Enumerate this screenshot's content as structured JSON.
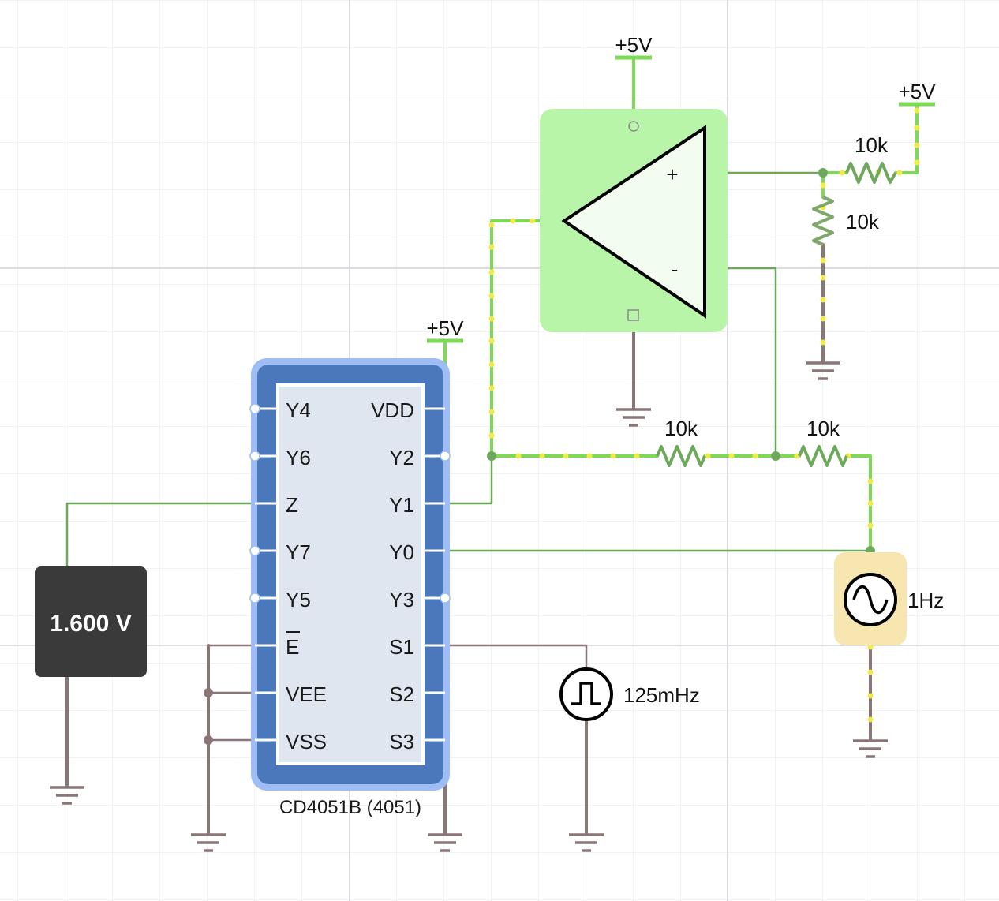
{
  "supply_label": "+5V",
  "opamp": {
    "plus_symbol": "+",
    "minus_symbol": "-"
  },
  "resistors": [
    "10k",
    "10k",
    "10k",
    "10k"
  ],
  "chip": {
    "name": "CD4051B (4051)",
    "left_pins": [
      "Y4",
      "Y6",
      "Z",
      "Y7",
      "Y5",
      "E",
      "VEE",
      "VSS"
    ],
    "right_pins": [
      "VDD",
      "Y2",
      "Y1",
      "Y0",
      "Y3",
      "S1",
      "S2",
      "S3"
    ]
  },
  "voltmeter": {
    "reading": "1.600 V"
  },
  "sine_source": {
    "frequency": "1Hz"
  },
  "square_source": {
    "frequency": "125mHz"
  },
  "colors": {
    "grid_minor": "#eeeef2",
    "grid_major": "#dcdce2",
    "wire_green": "#6ea85c",
    "wire_bright": "#7ed957",
    "wire_gray": "#8a7676",
    "current_dot": "#f3ea4a",
    "chip_outer": "#9dbdf4",
    "chip_body": "#4a78bb",
    "chip_face": "#dfe6f0",
    "opamp_bg": "#b8f5a8",
    "voltmeter_bg": "#3a3a3a",
    "sine_bg": "#f7e6b0"
  }
}
